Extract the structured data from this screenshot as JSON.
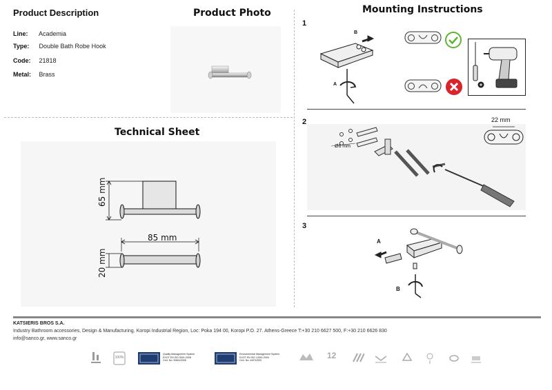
{
  "product_description": {
    "title": "Product Description",
    "specs": [
      {
        "key": "Line:",
        "value": "Academia"
      },
      {
        "key": "Type:",
        "value": "Double Bath Robe Hook"
      },
      {
        "key": "Code:",
        "value": "21818"
      },
      {
        "key": "Metal:",
        "value": "Brass"
      }
    ]
  },
  "product_photo": {
    "title": "Product Photo"
  },
  "technical_sheet": {
    "title": "Technical Sheet",
    "height_label": "65 mm",
    "width_label": "85 mm",
    "depth_label": "20 mm"
  },
  "mounting": {
    "title": "Mounting Instructions",
    "steps": [
      {
        "number": "1",
        "label_a": "A",
        "label_b": "B"
      },
      {
        "number": "2",
        "spacing_label": "22 mm",
        "anchor_label": "Ø6 mm"
      },
      {
        "number": "3",
        "label_a": "A",
        "label_b": "B"
      }
    ]
  },
  "footer": {
    "company": "KATSIERIS BROS S.A.",
    "address": "Industry Bathroom accessories, Design & Manufacturing, Koropi Industrial Region, Loc: Poka 194 00, Koropi P.O. 27. Athens-Greece   T:+30 210 6627 500, F:+30 210 6626 830",
    "contact": "info@sanco.gr, www.sanco.gr",
    "cert_quality": "Quality Management System\nΕΛΟΤ ΕΝ ISO 9001:2008\nCert. No: 908/A/2006",
    "cert_environment": "Environmental Management System\nΕΛΟΤ ΕΝ ISO 14001:2004\nCert. No: 44/Π/2009",
    "warranty_years": "12"
  },
  "colors": {
    "ok_green": "#5cb531",
    "error_red": "#d9232d",
    "cert_blue": "#1f3d73",
    "dim_line": "#111111"
  }
}
